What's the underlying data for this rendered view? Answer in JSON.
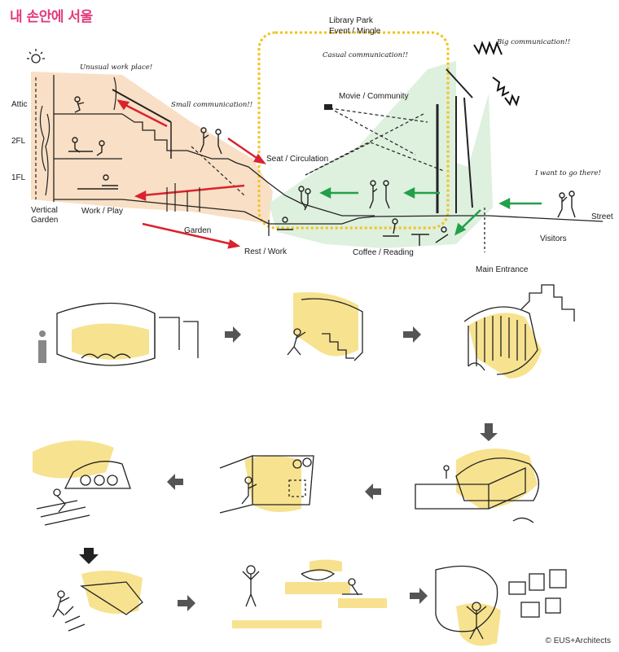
{
  "brand": {
    "logo_text": "내 손안에 서울"
  },
  "section": {
    "header_line1": "Library Park",
    "header_line2": "Event / Mingle",
    "floor_labels": [
      "Attic",
      "2FL",
      "1FL"
    ],
    "zones": {
      "vertical_garden": [
        "Vertical",
        "Garden"
      ],
      "work_play": "Work / Play",
      "garden": "Garden",
      "rest_work": "Rest / Work",
      "seat_circulation": "Seat / Circulation",
      "movie_community": "Movie / Community",
      "coffee_reading": "Coffee / Reading",
      "main_entrance": "Main Entrance",
      "street": "Street",
      "visitors": "Visitors"
    },
    "notes": {
      "unusual": "Unusual work place!",
      "small_comm": "Small communication!!",
      "casual_comm": "Casual communication!!",
      "big_comm": "Big communication!!",
      "want_go": "I want to go there!"
    },
    "colors": {
      "orange_zone": "#f8dcbf",
      "green_zone": "#dcefdc",
      "yellow_box": "#f2c21b",
      "red_arrow": "#d9232e",
      "green_arrow": "#21a04a"
    }
  },
  "sequence": {
    "highlight_color": "#f7e08a",
    "arrow_color": "#555555"
  },
  "credit": "© EUS+Architects"
}
